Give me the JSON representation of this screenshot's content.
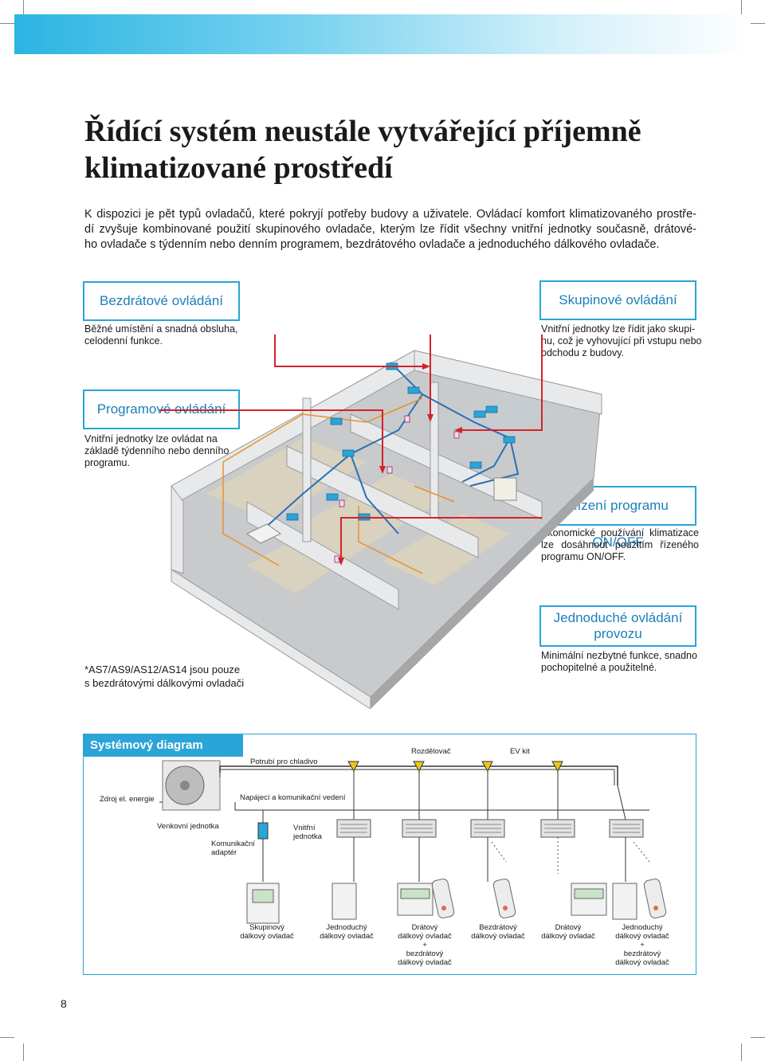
{
  "page": {
    "title_line1": "Řídící systém neustále vytvářející příjemně",
    "title_line2": "klimatizované prostředí",
    "intro_line1": "K dispozici je pět typů ovladačů, které pokryjí potřeby budovy a uživatele. Ovládací komfort klimatizovaného prostře-",
    "intro_line2": "dí zvyšuje kombinované použití skupinového ovladače, kterým lze řídit všechny vnitřní jednotky současně, drátové-",
    "intro_line3": "ho ovladače s týdenním nebo denním programem, bezdrátového ovladače a jednoduchého dálkového ovladače.",
    "page_number": "8",
    "footnote_line1": "*AS7/AS9/AS12/AS14 jsou pouze",
    "footnote_line2": "s bezdrátovými dálkovými ovladači"
  },
  "features": {
    "wireless": {
      "heading": "Bezdrátové ovládání",
      "line1": "Běžné umístění a snadná obsluha,",
      "line2": "celodenní funkce."
    },
    "group": {
      "heading": "Skupinové ovládání",
      "line1": "Vnitřní jednotky lze řídit jako skupi-",
      "line2": "nu, což je vyhovující při vstupu nebo",
      "line3": "odchodu z budovy."
    },
    "program": {
      "heading": "Programové ovládání",
      "line1": "Vnitřní jednotky lze ovládat na",
      "line2": "základě týdenního nebo denního",
      "line3": "programu."
    },
    "onoff": {
      "heading": "Řízení programu ON/OFF",
      "line1": "Ekonomické používání klimatizace",
      "line2": "lze dosáhnout použitím řízeného",
      "line3": "programu ON/OFF."
    },
    "simple": {
      "heading_line1": "Jednoduché ovládání",
      "heading_line2": "provozu",
      "line1": "Minimální nezbytné funkce, snadno",
      "line2": "pochopitelné a použitelné."
    }
  },
  "system_diagram": {
    "title": "Systémový diagram",
    "pipe_label": "Potrubí pro chladivo",
    "splitter_label": "Rozdělovač",
    "ev_kit_label": "EV kit",
    "power_label": "Zdroj el. energie",
    "supply_label": "Napájecí a komunikační vedení",
    "outdoor_label": "Venkovní jednotka",
    "adapter_label_line1": "Komunikační",
    "adapter_label_line2": "adaptér",
    "indoor_label_line1": "Vnitřní",
    "indoor_label_line2": "jednotka",
    "controllers": [
      {
        "line1": "Skupinový",
        "line2": "dálkový ovladač",
        "line3": "",
        "line4": "",
        "line5": ""
      },
      {
        "line1": "Jednoduchý",
        "line2": "dálkový ovladač",
        "line3": "",
        "line4": "",
        "line5": ""
      },
      {
        "line1": "Drátový",
        "line2": "dálkový ovladač",
        "line3": "+",
        "line4": "bezdrátový",
        "line5": "dálkový ovladač"
      },
      {
        "line1": "Bezdrátový",
        "line2": "dálkový ovladač",
        "line3": "",
        "line4": "",
        "line5": ""
      },
      {
        "line1": "Drátový",
        "line2": "dálkový ovladač",
        "line3": "",
        "line4": "",
        "line5": ""
      },
      {
        "line1": "Jednoduchý",
        "line2": "dálkový ovladač",
        "line3": "+",
        "line4": "bezdrátový",
        "line5": "dálkový ovladač"
      }
    ]
  },
  "colors": {
    "accent": "#2ba4d7",
    "heading_text": "#1b7fb9",
    "arrow_red": "#d2232a",
    "pipe_blue": "#2b6fb6",
    "wire_orange": "#e8912a"
  }
}
